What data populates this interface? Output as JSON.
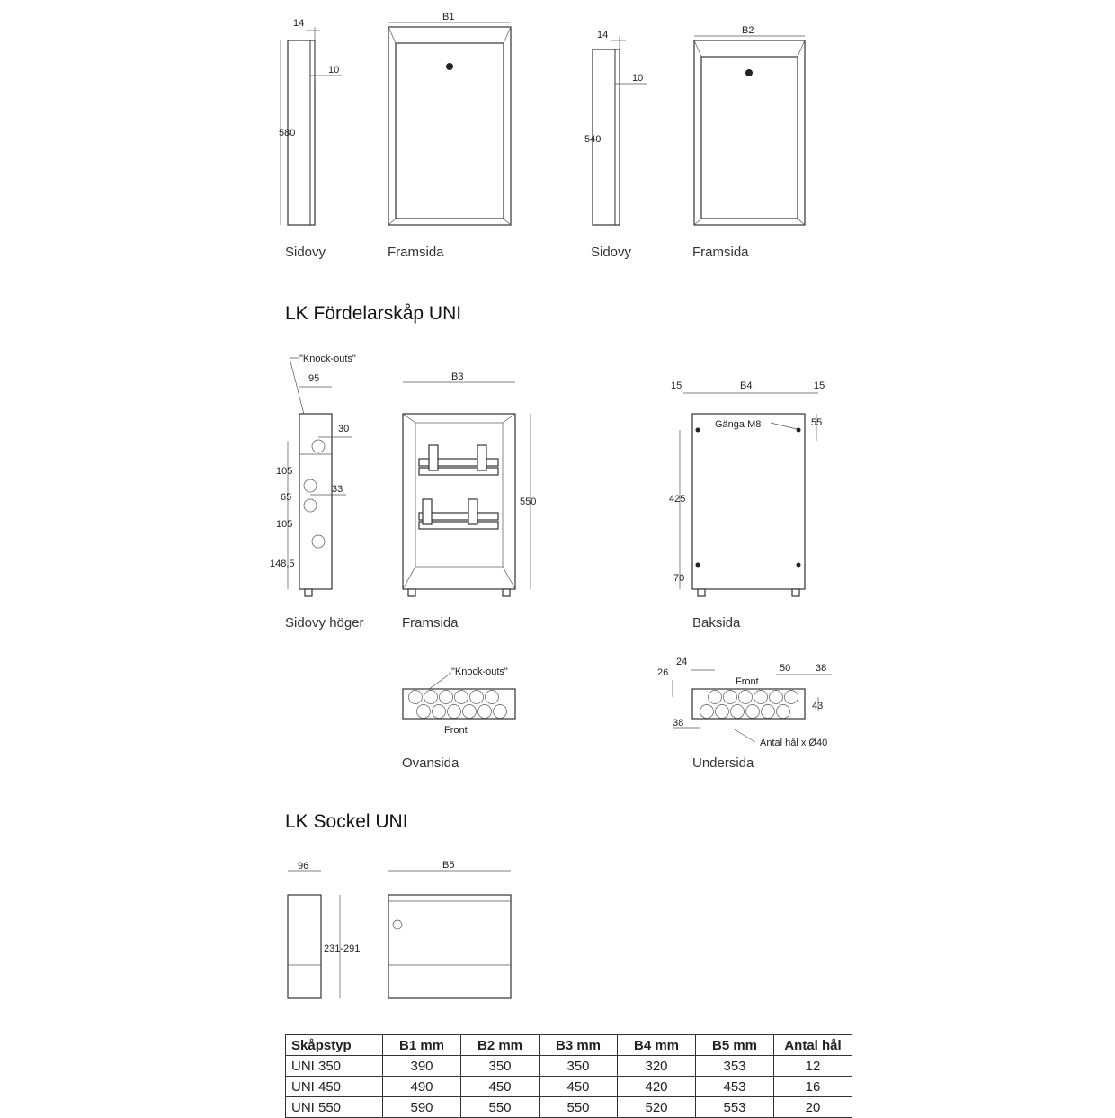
{
  "top_views": {
    "v1": {
      "depth": "14",
      "wall": "10",
      "height": "580",
      "width_label": "B1",
      "side_caption": "Sidovy",
      "front_caption": "Framsida"
    },
    "v2": {
      "depth": "14",
      "wall": "10",
      "height": "540",
      "width_label": "B2",
      "side_caption": "Sidovy",
      "front_caption": "Framsida"
    }
  },
  "uni_section": {
    "title": "LK Fördelarskåp UNI",
    "side": {
      "knockouts": "\"Knock-outs\"",
      "depth": "95",
      "d30": "30",
      "d105a": "105",
      "d65": "65",
      "d33": "33",
      "d105b": "105",
      "d148": "148,5",
      "caption": "Sidovy höger"
    },
    "front": {
      "width_label": "B3",
      "height": "550",
      "caption": "Framsida"
    },
    "back": {
      "left": "15",
      "width_label": "B4",
      "right": "15",
      "thread": "Gänga M8",
      "d55": "55",
      "d425": "425",
      "d70": "70",
      "caption": "Baksida"
    },
    "top": {
      "knockouts": "\"Knock-outs\"",
      "front_label": "Front",
      "caption": "Ovansida"
    },
    "bottom": {
      "d24": "24",
      "d26": "26",
      "front_label": "Front",
      "d50": "50",
      "d38a": "38",
      "d43": "43",
      "d38b": "38",
      "holes": "Antal hål x Ø40",
      "caption": "Undersida"
    }
  },
  "sockel_section": {
    "title": "LK Sockel UNI",
    "depth": "96",
    "height": "231-291",
    "width_label": "B5"
  },
  "table": {
    "headers": [
      "Skåpstyp",
      "B1 mm",
      "B2 mm",
      "B3 mm",
      "B4 mm",
      "B5 mm",
      "Antal hål"
    ],
    "rows": [
      [
        "UNI 350",
        "390",
        "350",
        "350",
        "320",
        "353",
        "12"
      ],
      [
        "UNI 450",
        "490",
        "450",
        "450",
        "420",
        "453",
        "16"
      ],
      [
        "UNI 550",
        "590",
        "550",
        "550",
        "520",
        "553",
        "20"
      ]
    ]
  }
}
